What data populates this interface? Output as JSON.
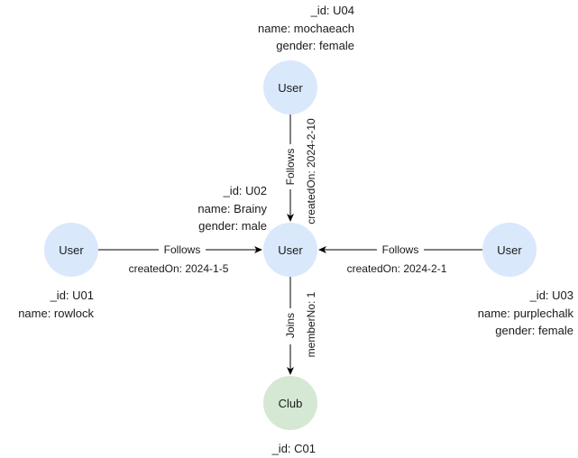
{
  "colors": {
    "user_fill": "#dae8fc",
    "club_fill": "#d5e8d4",
    "edge": "#000000"
  },
  "nodes": {
    "u04": {
      "label": "User",
      "props": [
        "_id: U04",
        "name: mochaeach",
        "gender: female"
      ]
    },
    "u02": {
      "label": "User",
      "props": [
        "_id: U02",
        "name: Brainy",
        "gender: male"
      ]
    },
    "u01": {
      "label": "User",
      "props": [
        "_id: U01",
        "name: rowlock"
      ]
    },
    "u03": {
      "label": "User",
      "props": [
        "_id: U03",
        "name: purplechalk",
        "gender: female"
      ]
    },
    "c01": {
      "label": "Club",
      "props": [
        "_id: C01"
      ]
    }
  },
  "edges": {
    "u04_to_u02": {
      "label": "Follows",
      "prop": "createdOn: 2024-2-10"
    },
    "u01_to_u02": {
      "label": "Follows",
      "prop": "createdOn: 2024-1-5"
    },
    "u03_to_u02": {
      "label": "Follows",
      "prop": "createdOn: 2024-2-1"
    },
    "u02_to_c01": {
      "label": "Joins",
      "prop": "memberNo: 1"
    }
  }
}
